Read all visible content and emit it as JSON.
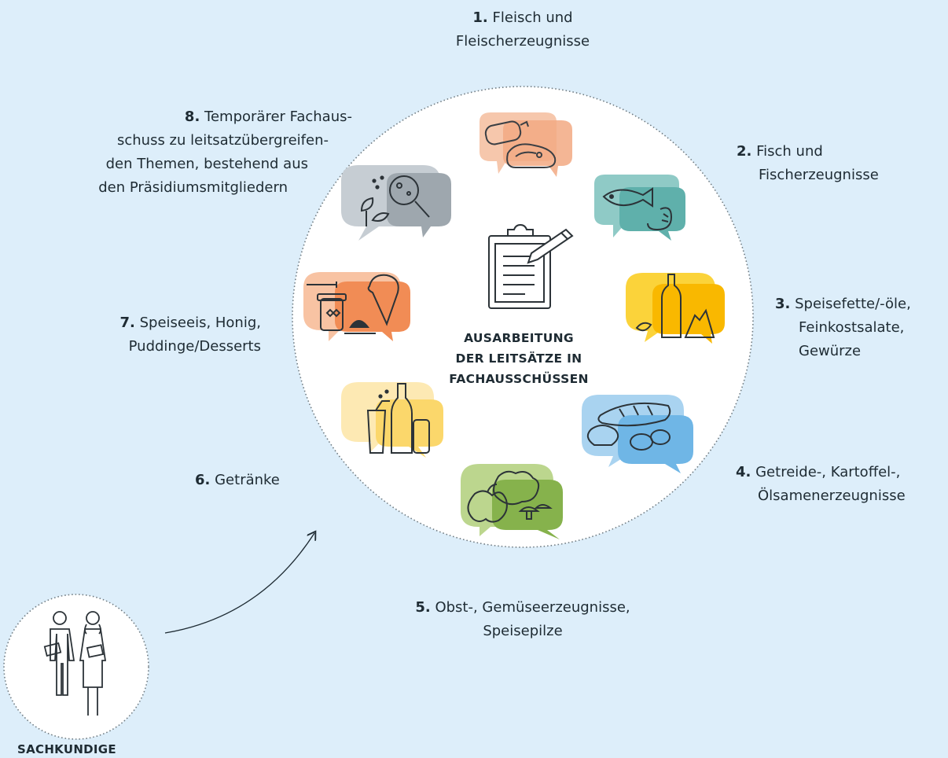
{
  "center": {
    "title_lines": [
      "AUSARBEITUNG",
      "DER LEITSÄTZE IN",
      "FACHAUSSCHÜSSEN"
    ],
    "icon": "clipboard-pencil-icon"
  },
  "experts": {
    "label": "SACHKUNDIGE",
    "icon": "two-people-with-books-icon"
  },
  "committees": [
    {
      "num": "1.",
      "lines": [
        "Fleisch und",
        "Fleischerzeugnisse"
      ],
      "icon": "sausage-steak-icon",
      "color": "#f6c4a8"
    },
    {
      "num": "2.",
      "lines": [
        "Fisch und",
        "Fischerzeugnisse"
      ],
      "icon": "fish-shrimp-icon",
      "color": "#7ec4c0"
    },
    {
      "num": "3.",
      "lines": [
        "Speisefette/-öle,",
        "Feinkostsalate,",
        "Gewürze"
      ],
      "icon": "oil-bottle-spice-icon",
      "color": "#fbd33a"
    },
    {
      "num": "4.",
      "lines": [
        "Getreide-, Kartoffel-,",
        "Ölsamenerzeugnisse"
      ],
      "icon": "bread-potato-icon",
      "color": "#8ec5ec"
    },
    {
      "num": "5.",
      "lines": [
        "Obst-, Gemüseerzeugnisse,",
        "Speisepilze"
      ],
      "icon": "apple-cauliflower-mushroom-icon",
      "color": "#a6c96a"
    },
    {
      "num": "6.",
      "lines": [
        "Getränke"
      ],
      "icon": "drinks-icon",
      "color": "#fde29a"
    },
    {
      "num": "7.",
      "lines": [
        "Speiseeis, Honig,",
        "Puddinge/Desserts"
      ],
      "icon": "icecream-honey-pudding-icon",
      "color": "#f4a070"
    },
    {
      "num": "8.",
      "lines": [
        "Temporärer Fachaus-",
        "schuss zu leitsatzübergreifen-",
        "den Themen, bestehend aus",
        "den Präsidiumsmitgliedern"
      ],
      "icon": "magnifier-leaves-icon",
      "color": "#b8c0c6"
    }
  ]
}
